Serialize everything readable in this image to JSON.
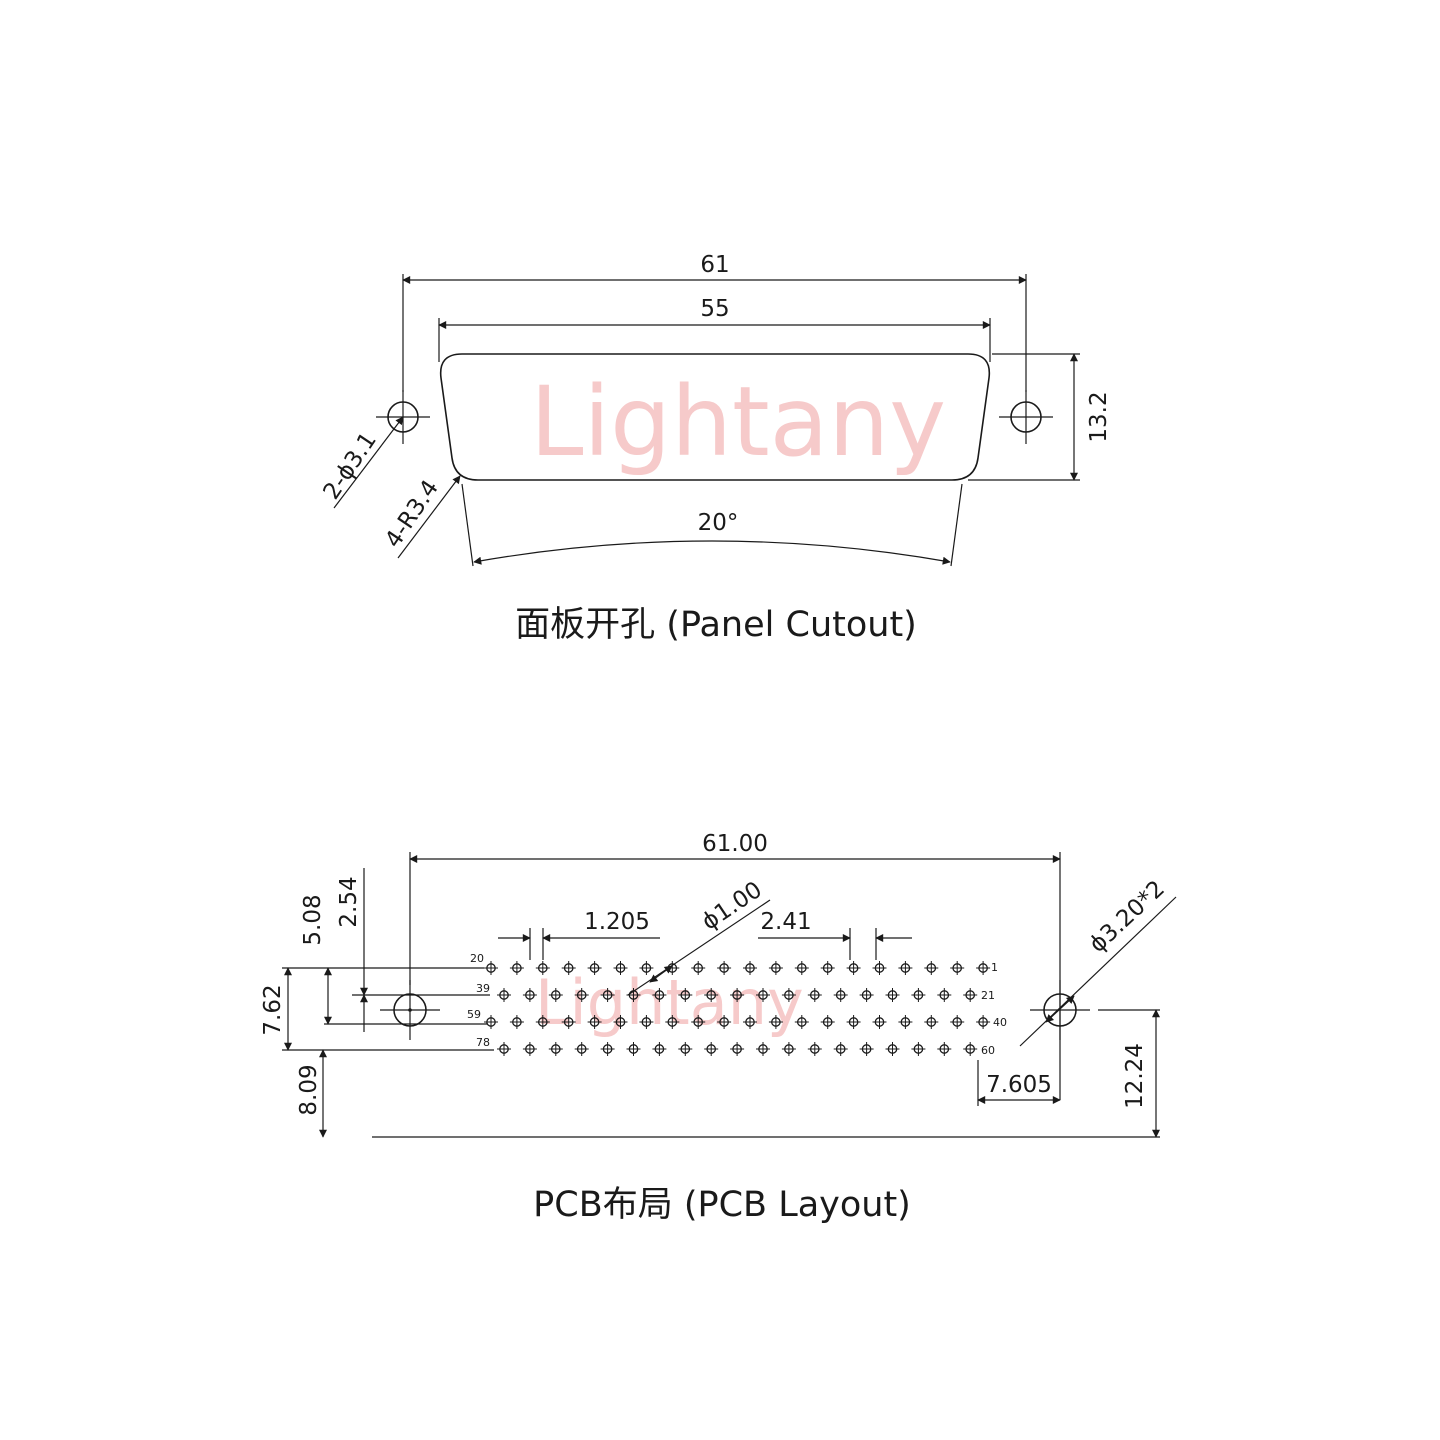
{
  "watermark": "Lightany",
  "panel": {
    "title": "面板开孔 (Panel Cutout)",
    "dim_overall": "61",
    "dim_cutout": "55",
    "dim_height": "13.2",
    "dim_angle": "20°",
    "dim_holes": "2-ϕ3.1",
    "dim_radius": "4-R3.4"
  },
  "pcb": {
    "title": "PCB布局 (PCB Layout)",
    "dim_overall": "61.00",
    "dim_pin_dia": "ϕ1.00",
    "dim_half_pitch": "1.205",
    "dim_pitch": "2.41",
    "dim_mount_hole": "ϕ3.20*2",
    "dim_5_08": "5.08",
    "dim_2_54": "2.54",
    "dim_7_62": "7.62",
    "dim_8_09": "8.09",
    "dim_7_605": "7.605",
    "dim_12_24": "12.24",
    "pin_labels": [
      "20",
      "39",
      "59",
      "78",
      "1",
      "21",
      "40",
      "60"
    ],
    "row_pin_counts": [
      20,
      19,
      20,
      19
    ]
  }
}
